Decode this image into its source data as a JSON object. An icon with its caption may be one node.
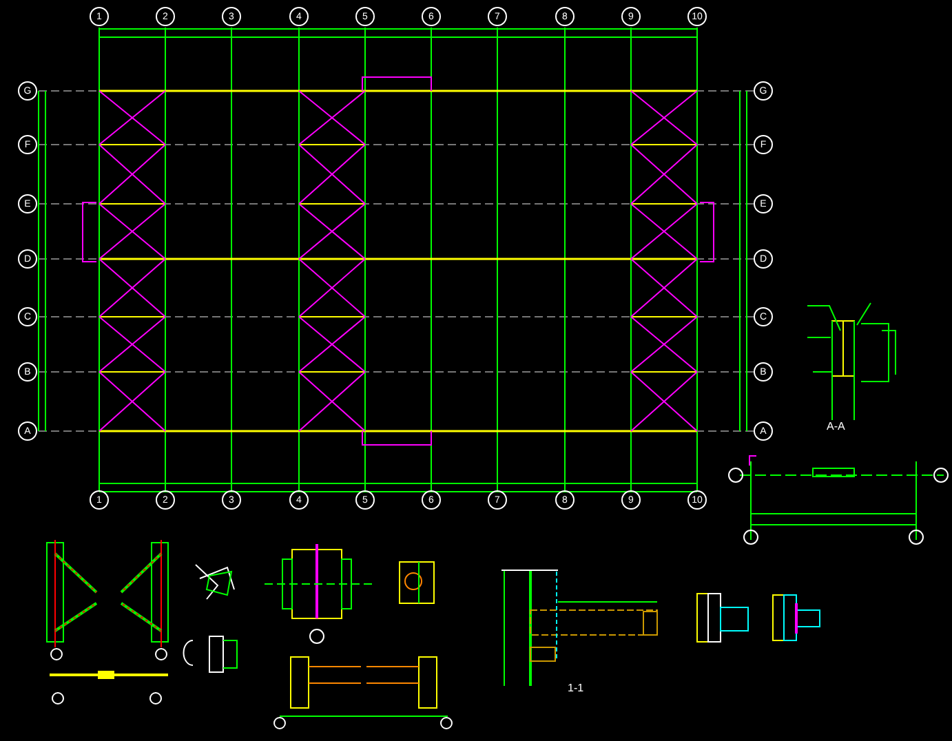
{
  "diagram": {
    "labels": [
      "1",
      "2",
      "3",
      "4",
      "5",
      "6",
      "7",
      "8",
      "9",
      "10",
      "G",
      "G",
      "F",
      "F",
      "E",
      "E",
      "D",
      "D",
      "C",
      "C",
      "B",
      "B",
      "A",
      "A",
      "1",
      "2",
      "3",
      "4",
      "5",
      "6",
      "7",
      "8",
      "9",
      "10",
      "A-A",
      "1-1"
    ]
  }
}
